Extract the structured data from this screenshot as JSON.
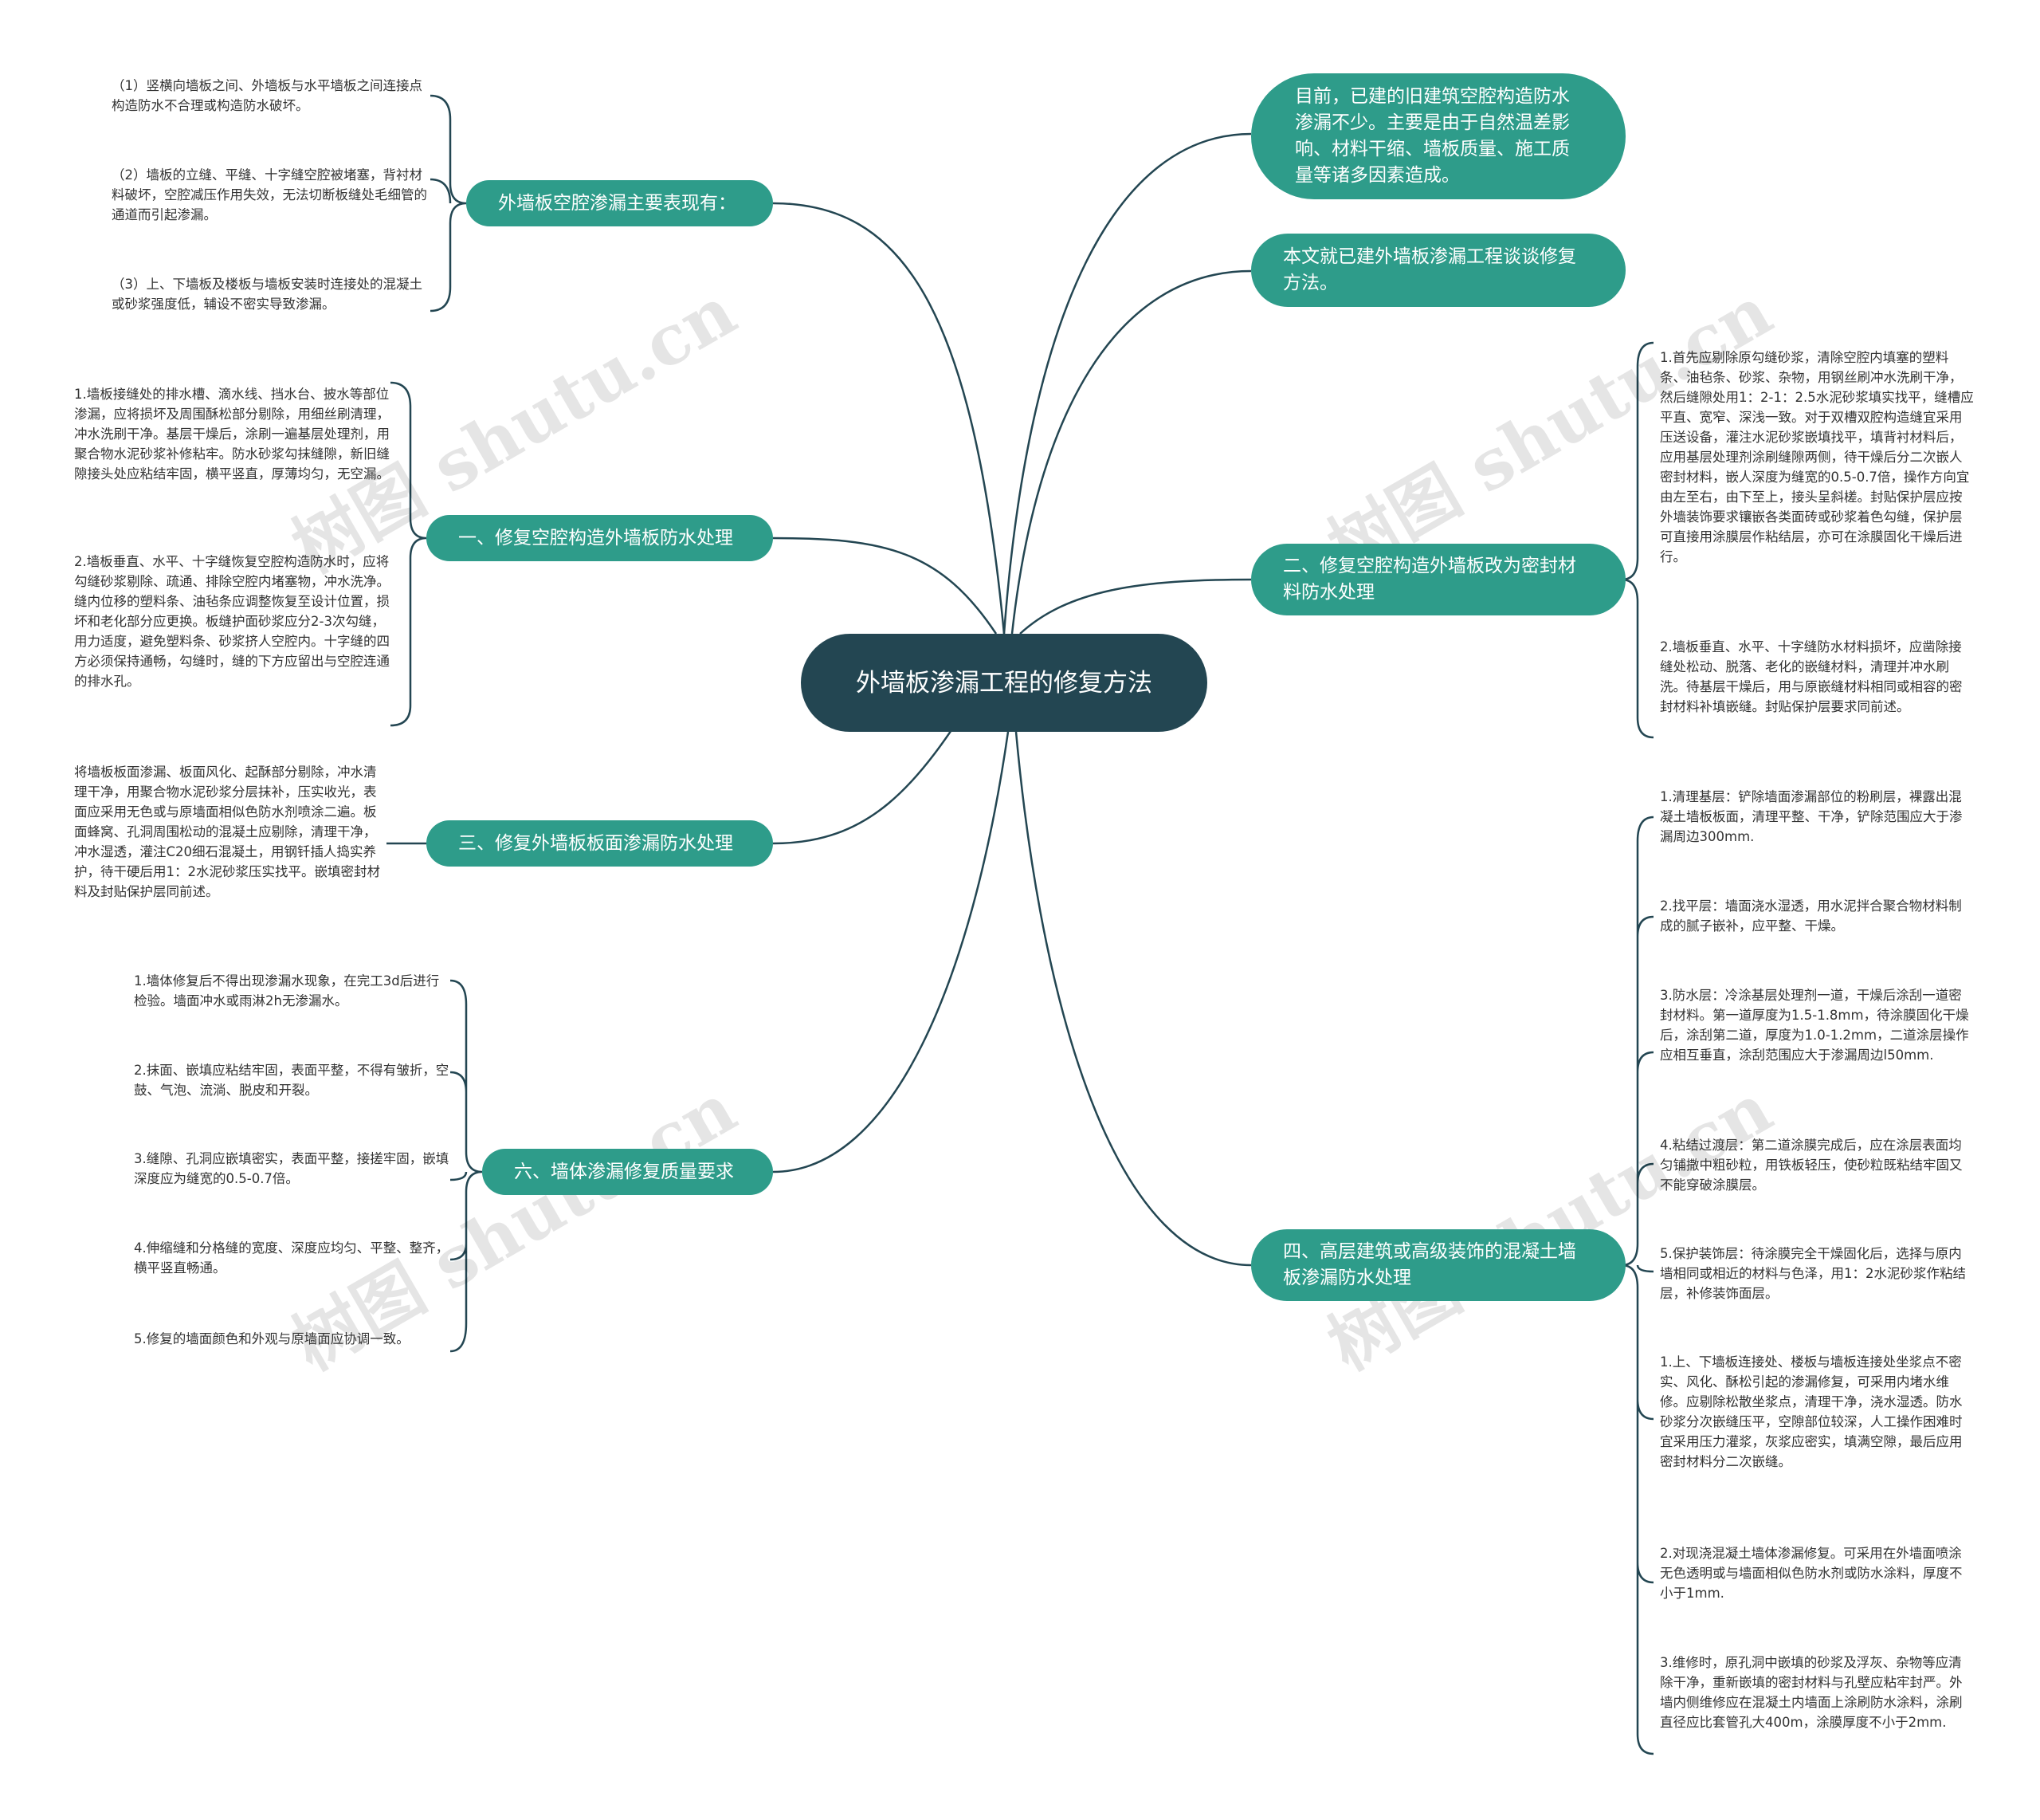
{
  "root": {
    "label": "外墙板渗漏工程的修复方法"
  },
  "colors": {
    "root": "#234652",
    "branch": "#2e9c8a",
    "line": "#234652",
    "leaf_text": "#333333"
  },
  "branches": {
    "symptoms": {
      "label": "外墙板空腔渗漏主要表现有：",
      "leaves": [
        "（1）竖横向墙板之间、外墙板与水平墙板之间连接点构造防水不合理或构造防水破坏。",
        "（2）墙板的立缝、平缝、十字缝空腔被堵塞，背衬材料破坏，空腔减压作用失效，无法切断板缝处毛细管的通道而引起渗漏。",
        "（3）上、下墙板及楼板与墙板安装时连接处的混凝土或砂浆强度低，辅设不密实导致渗漏。"
      ]
    },
    "one": {
      "label": "一、修复空腔构造外墙板防水处理",
      "leaves": [
        "1.墙板接缝处的排水槽、滴水线、挡水台、披水等部位渗漏，应将损坏及周围酥松部分剔除，用细丝刷清理，冲水洗刷干净。基层干燥后，涂刷一遍基层处理剂，用聚合物水泥砂浆补修粘牢。防水砂浆勾抹缝隙，新旧缝隙接头处应粘结牢固，横平竖直，厚薄均匀，无空漏。",
        "2.墙板垂直、水平、十字缝恢复空腔构造防水时，应将勾缝砂浆剔除、疏通、排除空腔内堵塞物，冲水洗净。缝内位移的塑料条、油毡条应调整恢复至设计位置，损坏和老化部分应更换。板缝护面砂浆应分2-3次勾缝，用力适度，避免塑料条、砂浆挤人空腔内。十字缝的四方必须保持通畅，勾缝时，缝的下方应留出与空腔连通的排水孔。"
      ]
    },
    "three": {
      "label": "三、修复外墙板板面渗漏防水处理",
      "leaves": [
        "将墙板板面渗漏、板面风化、起酥部分剔除，冲水清理干净，用聚合物水泥砂浆分层抹补，压实收光，表面应采用无色或与原墙面相似色防水剂喷涂二遍。板面蜂窝、孔洞周围松动的混凝土应剔除，清理干净，冲水湿透，灌注C20细石混凝土，用钢钎插人捣实养护，待干硬后用1：2水泥砂浆压实找平。嵌填密封材料及封贴保护层同前述。"
      ]
    },
    "six": {
      "label": "六、墙体渗漏修复质量要求",
      "leaves": [
        "1.墙体修复后不得出现渗漏水现象，在完工3d后进行检验。墙面冲水或雨淋2h无渗漏水。",
        "2.抹面、嵌填应粘结牢固，表面平整，不得有皱折，空鼓、气泡、流淌、脱皮和开裂。",
        "3.缝隙、孔洞应嵌填密实，表面平整，接搓牢固，嵌填深度应为缝宽的0.5-0.7倍。",
        "4.伸缩缝和分格缝的宽度、深度应均匀、平整、整齐，横平竖直畅通。",
        "5.修复的墙面颜色和外观与原墙面应协调一致。"
      ]
    },
    "intro1": {
      "label": "目前，已建的旧建筑空腔构造防水渗漏不少。主要是由于自然温差影响、材料干缩、墙板质量、施工质量等诸多因素造成。"
    },
    "intro2": {
      "label": "本文就已建外墙板渗漏工程谈谈修复方法。"
    },
    "two": {
      "label": "二、修复空腔构造外墙板改为密封材料防水处理",
      "leaves": [
        "1.首先应剔除原勾缝砂浆，清除空腔内填塞的塑料条、油毡条、砂浆、杂物，用钢丝刷冲水洗刷干净，然后缝隙处用1：2-1：2.5水泥砂浆填实找平，缝槽应平直、宽窄、深浅一致。对于双槽双腔构造缝宜采用压送设备，灌注水泥砂浆嵌填找平，填背衬材料后，应用基层处理剂涂刷缝隙两侧，待干燥后分二次嵌人密封材料，嵌人深度为缝宽的0.5-0.7倍，操作方向宜由左至右，由下至上，接头呈斜槎。封贴保护层应按外墙装饰要求镶嵌各类面砖或砂浆着色勾缝，保护层可直接用涂膜层作粘结层，亦可在涂膜固化干燥后进行。",
        "2.墙板垂直、水平、十字缝防水材料损坏，应凿除接缝处松动、脱落、老化的嵌缝材料，清理并冲水刷洗。待基层干燥后，用与原嵌缝材料相同或相容的密封材料补填嵌缝。封贴保护层要求同前述。"
      ]
    },
    "four": {
      "label": "四、高层建筑或高级装饰的混凝土墙板渗漏防水处理",
      "leaves": [
        "1.清理基层：铲除墙面渗漏部位的粉刷层，裸露出混凝土墙板板面，清理平整、干净，铲除范围应大于渗漏周边300mm.",
        "2.找平层：墙面浇水湿透，用水泥拌合聚合物材料制成的腻子嵌补，应平整、干燥。",
        "3.防水层：冷涂基层处理剂一道，干燥后涂刮一道密封材料。第一道厚度为1.5-1.8mm，待涂膜固化干燥后，涂刮第二道，厚度为1.0-1.2mm，二道涂层操作应相互垂直，涂刮范围应大于渗漏周边l50mm.",
        "4.粘结过渡层：第二道涂膜完成后，应在涂层表面均匀铺撒中粗砂粒，用铁板轻压，使砂粒既粘结牢固又不能穿破涂膜层。",
        "5.保护装饰层：待涂膜完全干燥固化后，选择与原内墙相同或相近的材料与色泽，用1：2水泥砂浆作粘结层，补修装饰面层。",
        "1.上、下墙板连接处、楼板与墙板连接处坐浆点不密实、风化、酥松引起的渗漏修复，可采用内堵水维修。应剔除松散坐浆点，清理干净，浇水湿透。防水砂浆分次嵌缝压平，空隙部位较深，人工操作困难时宜采用压力灌浆，灰浆应密实，填满空隙，最后应用密封材料分二次嵌缝。",
        "2.对现浇混凝土墙体渗漏修复。可采用在外墙面喷涂无色透明或与墙面相似色防水剂或防水涂料，厚度不小于1mm.",
        "3.维修时，原孔洞中嵌填的砂浆及浮灰、杂物等应清除干净，重新嵌填的密封材料与孔壁应粘牢封严。外墙内侧维修应在混凝土内墙面上涂刷防水涂料，涂刷直径应比套管孔大400m，涂膜厚度不小于2mm."
      ]
    }
  },
  "watermark": "树图 shutu.cn"
}
